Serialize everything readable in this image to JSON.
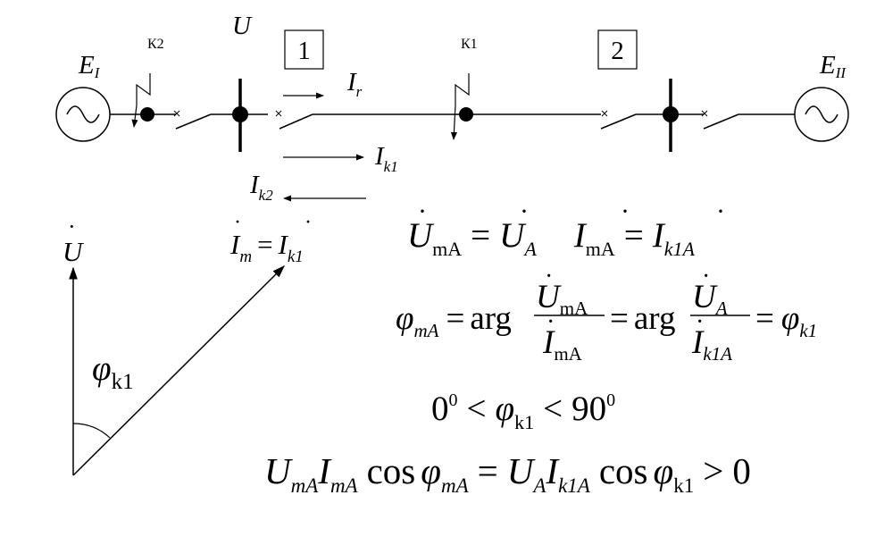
{
  "colors": {
    "stroke": "#000000",
    "background": "#ffffff"
  },
  "schematic": {
    "source_left": {
      "label": "E",
      "sub": "I",
      "icon": "ac-source-icon"
    },
    "source_right": {
      "label": "E",
      "sub": "II",
      "icon": "ac-source-icon"
    },
    "fault_k2": "К2",
    "fault_k1": "К1",
    "bus_voltage_label": "U",
    "relay_1": "1",
    "relay_2": "2",
    "current_ir": {
      "label": "I",
      "sub": "r"
    },
    "current_ik1": {
      "label": "I",
      "sub": "k1"
    },
    "current_ik2": {
      "label": "I",
      "sub": "k2"
    }
  },
  "phasor": {
    "u_label": "U",
    "im_eq": {
      "lhs": "I",
      "lhs_sub": "m",
      "eq": "=",
      "rhs": "I",
      "rhs_sub": "k1"
    },
    "angle": {
      "label": "φ",
      "sub": "k1"
    }
  },
  "equations": {
    "eq1": {
      "u": "U",
      "u_sub": "mA",
      "eq": "=",
      "u2": "U",
      "u2_sub": "A",
      "i": "I",
      "i_sub": "mA",
      "i2": "I",
      "i2_sub": "k1A"
    },
    "eq2": {
      "phi": "φ",
      "phi_sub": "mA",
      "eq": "=",
      "arg": "arg",
      "num1": "U",
      "num1_sub": "mA",
      "den1": "I",
      "den1_sub": "mA",
      "num2": "U",
      "num2_sub": "A",
      "den2": "I",
      "den2_sub": "k1A",
      "phi2": "φ",
      "phi2_sub": "k1"
    },
    "eq3": {
      "zero": "0",
      "zero_sup": "0",
      "lt1": "<",
      "phi": "φ",
      "phi_sub": "k1",
      "lt2": "<",
      "ninety": "90",
      "ninety_sup": "0"
    },
    "eq4": {
      "u": "U",
      "u_sub": "mA",
      "i": "I",
      "i_sub": "mA",
      "cos1": "cos",
      "phi": "φ",
      "phi_sub": "mA",
      "eq": "=",
      "u2": "U",
      "u2_sub": "A",
      "i2": "I",
      "i2_sub": "k1A",
      "cos2": "cos",
      "phi2": "φ",
      "phi2_sub": "k1",
      "gt": ">",
      "zero": "0"
    }
  }
}
